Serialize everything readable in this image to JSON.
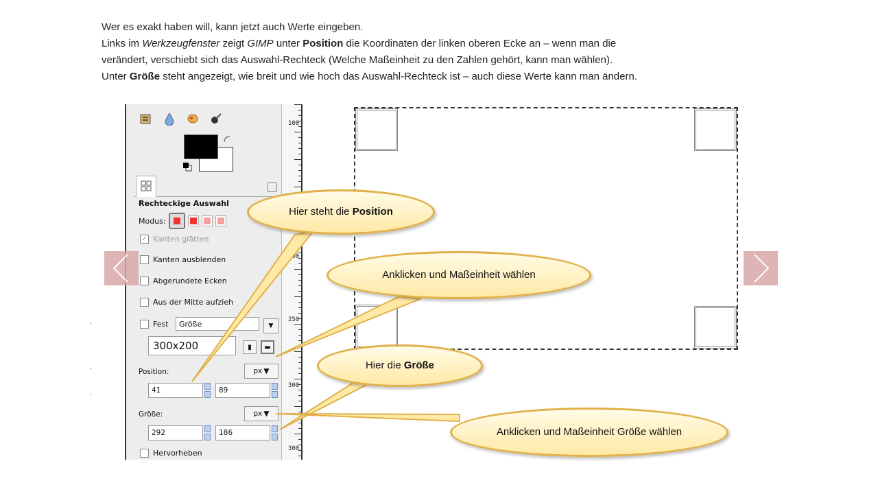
{
  "intro": {
    "line1": "Wer es exakt haben will, kann jetzt auch Werte eingeben.",
    "line2_a": "Links im ",
    "line2_b": "Werkzeugfenster",
    "line2_c": " zeigt ",
    "line2_d": "GIMP",
    "line2_e": " unter ",
    "line2_f": "Position",
    "line2_g": " die Koordinaten der linken oberen Ecke an – wenn man die",
    "line3": "verändert, verschiebt sich das Auswahl-Rechteck (Welche Maßeinheit zu den Zahlen gehört, kann man wählen).",
    "line4_a": "Unter ",
    "line4_b": "Größe",
    "line4_c": " steht angezeigt, wie breit und wie hoch das Auswahl-Rechteck ist – auch diese Werte kann man ändern."
  },
  "toolbox": {
    "tool_options_title": "Rechteckige Auswahl",
    "modus_label": "Modus:",
    "antialias": "Kanten glätten",
    "feather": "Kanten ausblenden",
    "rounded": "Abgerundete Ecken",
    "from_center": "Aus der Mitte aufzieh",
    "fixed_label": "Fest",
    "fixed_combo": "Größe",
    "fixed_value": "300x200",
    "position_label": "Position:",
    "position_unit": "px",
    "pos_x": "41",
    "pos_y": "89",
    "size_label": "Größe:",
    "size_unit": "px",
    "size_w": "292",
    "size_h": "186",
    "highlight": "Hervorheben"
  },
  "callouts": {
    "position_a": "Hier steht die ",
    "position_b": "Position",
    "unit_pos": "Anklicken und Maßeinheit wählen",
    "size_a": "Hier die ",
    "size_b": "Größe",
    "unit_size": "Anklicken und Maßeinheit Größe wählen"
  },
  "ruler_labels": [
    "100",
    "200",
    "300",
    "250",
    "300"
  ],
  "icons": [
    "device-status-icon",
    "water-drop-icon",
    "pattern-icon",
    "brush-icon",
    "swap-colors-icon",
    "reset-colors-icon",
    "tool-options-icon",
    "tab-menu-icon",
    "checkmark-icon",
    "dropdown-arrow-icon",
    "chevron-left-icon",
    "chevron-right-icon"
  ],
  "colors": {
    "callout_border": "#e0b04a",
    "callout_fill": "#ffe9a6",
    "nav_bg": "#d9a8a8"
  }
}
